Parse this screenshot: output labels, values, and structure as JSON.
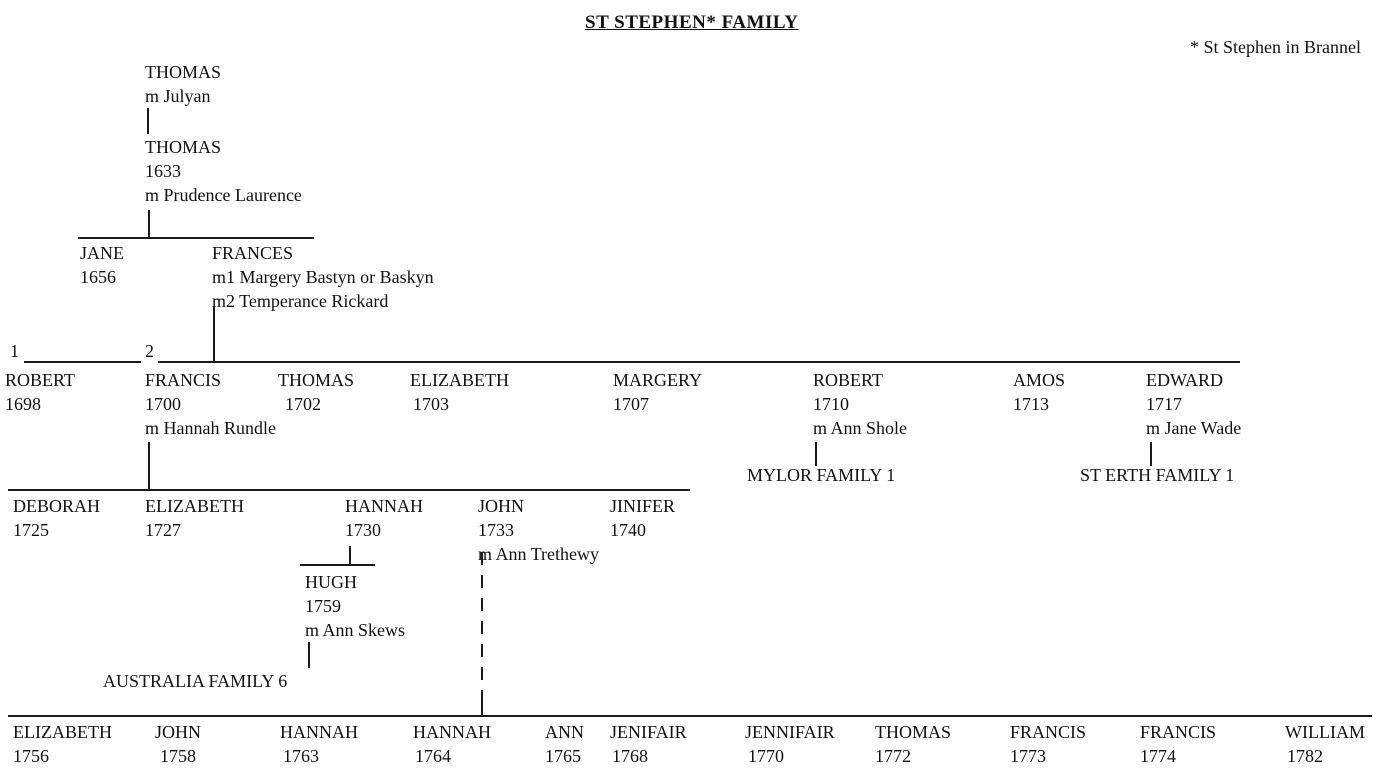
{
  "title": "ST STEPHEN* FAMILY",
  "footnote": "* St Stephen in Brannel",
  "markers": {
    "first_marriage": "1",
    "second_marriage": "2"
  },
  "tree": {
    "gen1": {
      "name": "THOMAS",
      "marriage": "m Julyan"
    },
    "gen2": {
      "name": "THOMAS",
      "year": "1633",
      "marriage": "m Prudence Laurence"
    },
    "gen3": [
      {
        "name": "JANE",
        "year": "1656"
      },
      {
        "name": "FRANCES",
        "marriage1": "m1 Margery Bastyn or Baskyn",
        "marriage2": "m2 Temperance Rickard"
      }
    ],
    "gen4": [
      {
        "name": "ROBERT",
        "year": "1698"
      },
      {
        "name": "FRANCIS",
        "year": "1700",
        "marriage": "m Hannah Rundle"
      },
      {
        "name": "THOMAS",
        "year": "1702"
      },
      {
        "name": "ELIZABETH",
        "year": "1703"
      },
      {
        "name": "MARGERY",
        "year": "1707"
      },
      {
        "name": "ROBERT",
        "year": "1710",
        "marriage": "m Ann Shole",
        "link": "MYLOR FAMILY 1"
      },
      {
        "name": "AMOS",
        "year": "1713"
      },
      {
        "name": "EDWARD",
        "year": "1717",
        "marriage": "m Jane Wade",
        "link": "ST ERTH FAMILY 1"
      }
    ],
    "gen5": [
      {
        "name": "DEBORAH",
        "year": "1725"
      },
      {
        "name": "ELIZABETH",
        "year": "1727"
      },
      {
        "name": "HANNAH",
        "year": "1730"
      },
      {
        "name": "JOHN",
        "year": "1733",
        "marriage": "m Ann Trethewy"
      },
      {
        "name": "JINIFER",
        "year": "1740"
      }
    ],
    "hugh": {
      "name": "HUGH",
      "year": "1759",
      "marriage": "m Ann Skews",
      "link": "AUSTRALIA FAMILY 6"
    },
    "gen6": [
      {
        "name": "ELIZABETH",
        "year": "1756"
      },
      {
        "name": "JOHN",
        "year": "1758"
      },
      {
        "name": "HANNAH",
        "year": "1763"
      },
      {
        "name": "HANNAH",
        "year": "1764"
      },
      {
        "name": "ANN",
        "year": "1765"
      },
      {
        "name": "JENIFAIR",
        "year": "1768"
      },
      {
        "name": "JENNIFAIR",
        "year": "1770"
      },
      {
        "name": "THOMAS",
        "year": "1772"
      },
      {
        "name": "FRANCIS",
        "year": "1773"
      },
      {
        "name": "FRANCIS",
        "year": "1774"
      },
      {
        "name": "WILLIAM",
        "year": "1782"
      }
    ]
  }
}
